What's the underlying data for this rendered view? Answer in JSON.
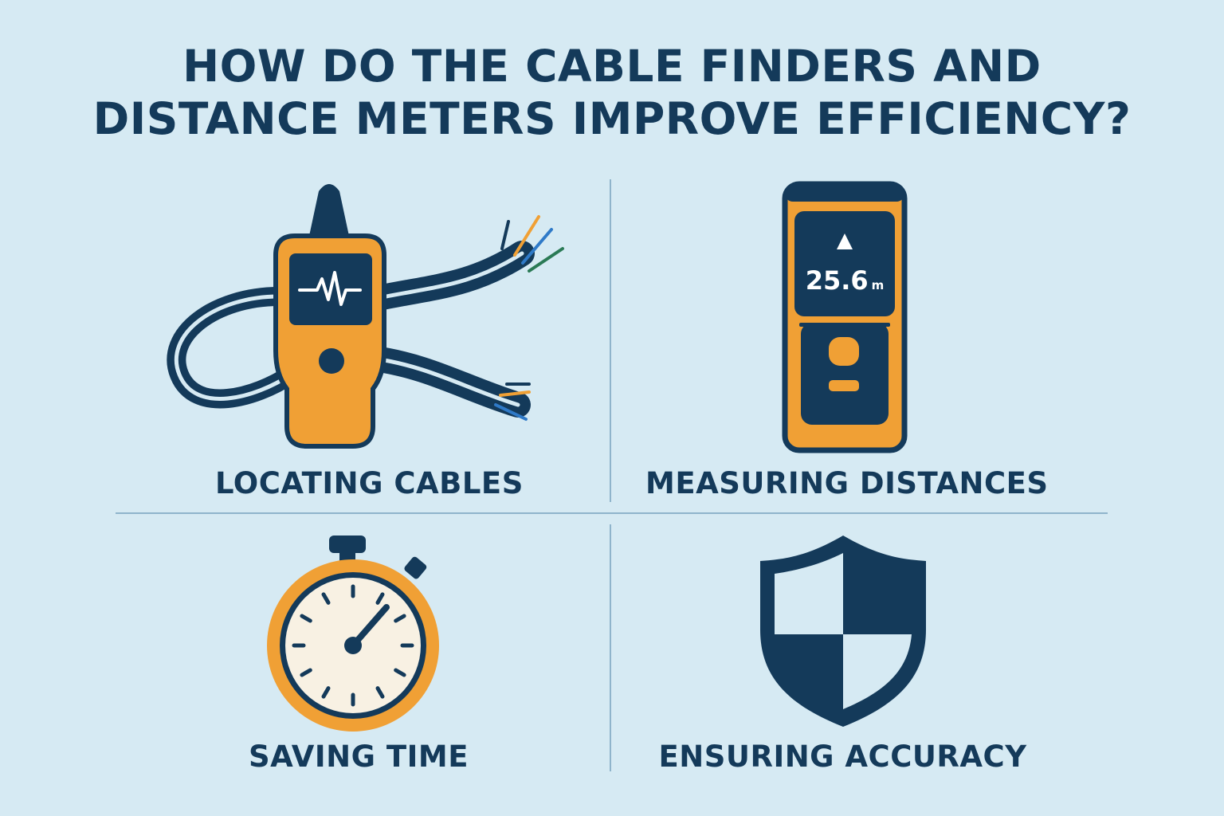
{
  "title": {
    "line1": "HOW DO THE CABLE FINDERS AND",
    "line2": "DISTANCE METERS IMPROVE EFFICIENCY?"
  },
  "quadrants": {
    "top_left": {
      "label": "LOCATING CABLES",
      "icon": "cable-finder-icon"
    },
    "top_right": {
      "label": "MEASURING DISTANCES",
      "icon": "distance-meter-icon",
      "readout_value": "25.6",
      "readout_unit": "m"
    },
    "bottom_left": {
      "label": "SAVING TIME",
      "icon": "stopwatch-icon"
    },
    "bottom_right": {
      "label": "ENSURING ACCURACY",
      "icon": "shield-icon"
    }
  },
  "colors": {
    "background": "#d6eaf3",
    "navy": "#143a5a",
    "orange": "#f0a035",
    "cream": "#f8f1e3",
    "divider": "#8fb4cb"
  }
}
